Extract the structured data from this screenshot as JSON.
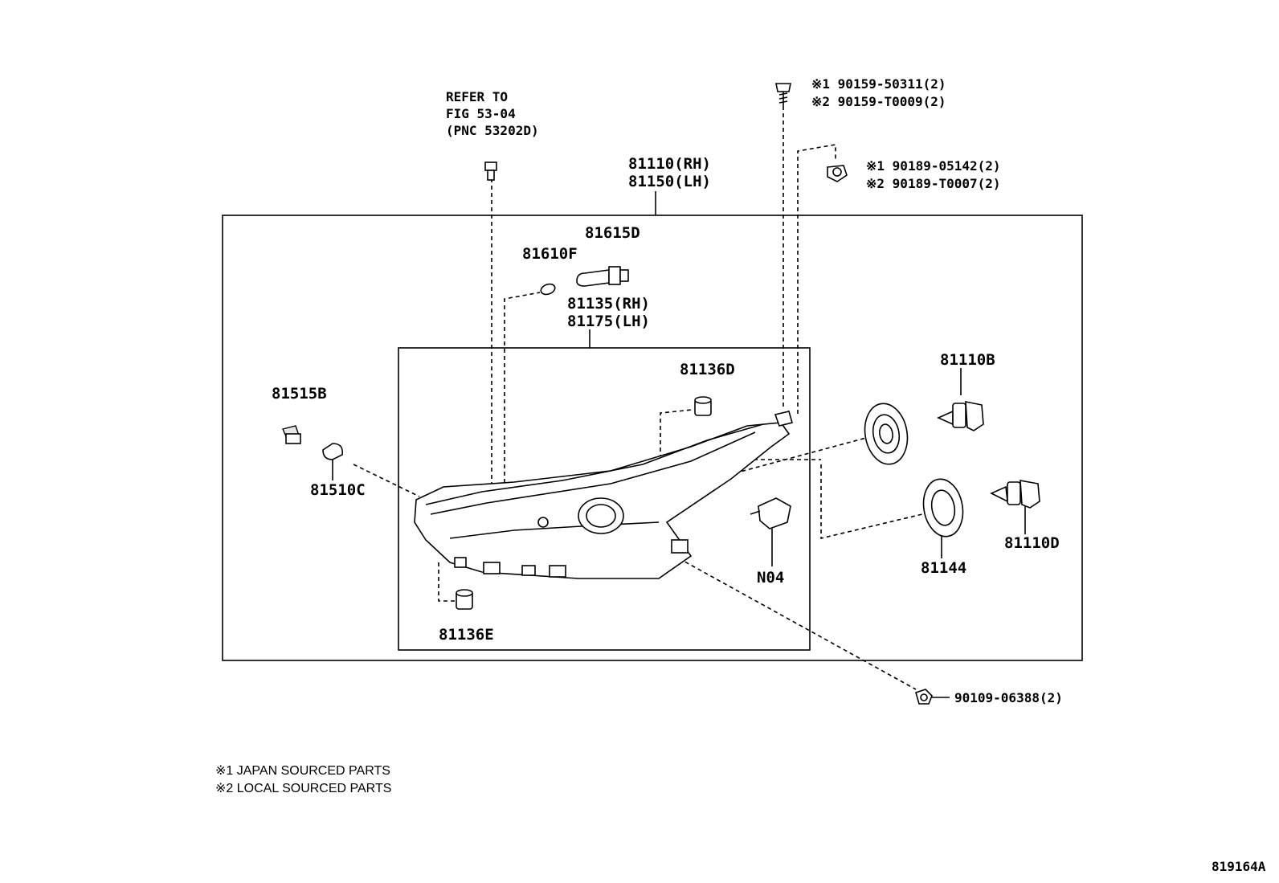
{
  "labels": {
    "refer_line1": "REFER TO",
    "refer_line2": "FIG 53-04",
    "refer_line3": "(PNC 53202D)",
    "assy_rh": "81110(RH)",
    "assy_lh": "81150(LH)",
    "screw_j": "※1 90159-50311(2)",
    "screw_l": "※2 90159-T0009(2)",
    "nut_j": "※1 90189-05142(2)",
    "nut_l": "※2 90189-T0007(2)",
    "p81615d": "81615D",
    "p81610f": "81610F",
    "housing_rh": "81135(RH)",
    "housing_lh": "81175(LH)",
    "p81136d": "81136D",
    "p81110b": "81110B",
    "p81515b": "81515B",
    "p81510c": "81510C",
    "p81144": "81144",
    "p81110d": "81110D",
    "pn04": "N04",
    "p81136e": "81136E",
    "bolt": "90109-06388(2)"
  },
  "notes": {
    "note1": "※1 JAPAN SOURCED PARTS",
    "note2": "※2 LOCAL SOURCED PARTS"
  },
  "figure_id": "819164A"
}
